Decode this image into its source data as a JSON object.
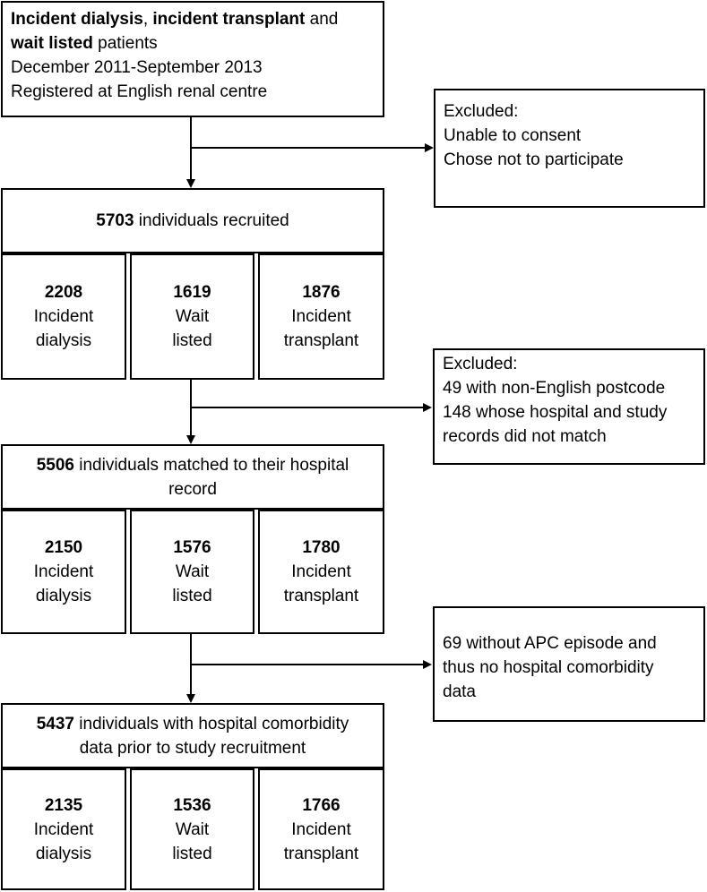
{
  "top_box": {
    "line1_part1": "Incident dialysis",
    "line1_part2": ", ",
    "line1_part3": "incident transplant",
    "line1_part4": " and",
    "line2_part1": "wait listed",
    "line2_part2": " patients",
    "line3": "December 2011-September 2013",
    "line4": "Registered at English renal centre"
  },
  "excluded_1": {
    "title": "Excluded:",
    "line1": "Unable to consent",
    "line2": "Chose not to participate"
  },
  "stage_1": {
    "count": "5703",
    "text": " individuals recruited",
    "groups": [
      {
        "count": "2208",
        "line1": "Incident",
        "line2": "dialysis"
      },
      {
        "count": "1619",
        "line1": "Wait",
        "line2": "listed"
      },
      {
        "count": "1876",
        "line1": "Incident",
        "line2": "transplant"
      }
    ]
  },
  "excluded_2": {
    "title": "Excluded:",
    "line1": "49 with non-English postcode",
    "line2": "148 whose hospital and study",
    "line3": "records did not match"
  },
  "stage_2": {
    "count": "5506",
    "text1": " individuals matched to their hospital",
    "text2": "record",
    "groups": [
      {
        "count": "2150",
        "line1": "Incident",
        "line2": "dialysis"
      },
      {
        "count": "1576",
        "line1": "Wait",
        "line2": "listed"
      },
      {
        "count": "1780",
        "line1": "Incident",
        "line2": "transplant"
      }
    ]
  },
  "excluded_3": {
    "line1": "69 without APC episode and",
    "line2": "thus no hospital comorbidity",
    "line3": "data"
  },
  "stage_3": {
    "count": "5437",
    "text1": " individuals with hospital comorbidity",
    "text2": "data prior to study recruitment",
    "groups": [
      {
        "count": "2135",
        "line1": "Incident",
        "line2": "dialysis"
      },
      {
        "count": "1536",
        "line1": "Wait",
        "line2": "listed"
      },
      {
        "count": "1766",
        "line1": "Incident",
        "line2": "transplant"
      }
    ]
  }
}
